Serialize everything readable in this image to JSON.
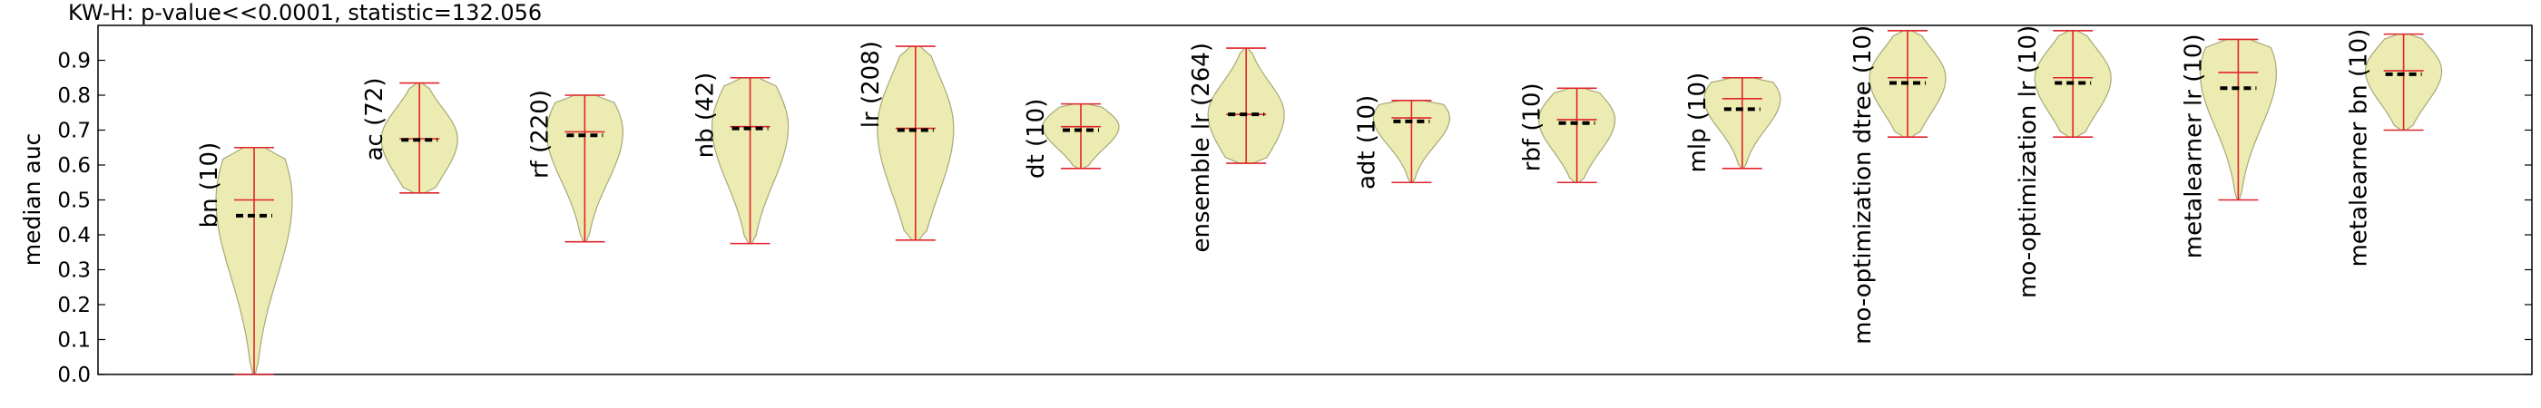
{
  "chart_data": {
    "type": "violin",
    "title": "KW-H: p-value<<0.0001, statistic=132.056",
    "ylabel": "median auc",
    "ylim": [
      0.0,
      1.0
    ],
    "yticks": [
      "0.0",
      "0.1",
      "0.2",
      "0.3",
      "0.4",
      "0.5",
      "0.6",
      "0.7",
      "0.8",
      "0.9"
    ],
    "grid": false,
    "colors": {
      "body": "#ecebb2",
      "body_edge": "#a8a878",
      "line": "#e0242a",
      "median": "#000000"
    },
    "groups": [
      {
        "label": "bn (10)",
        "min": 0.0,
        "max": 0.65,
        "mean": 0.5,
        "median": 0.455
      },
      {
        "label": "ac (72)",
        "min": 0.52,
        "max": 0.835,
        "mean": 0.675,
        "median": 0.672
      },
      {
        "label": "rf (220)",
        "min": 0.38,
        "max": 0.8,
        "mean": 0.695,
        "median": 0.685
      },
      {
        "label": "nb (42)",
        "min": 0.375,
        "max": 0.85,
        "mean": 0.71,
        "median": 0.705
      },
      {
        "label": "lr (208)",
        "min": 0.385,
        "max": 0.94,
        "mean": 0.705,
        "median": 0.7
      },
      {
        "label": "dt (10)",
        "min": 0.59,
        "max": 0.775,
        "mean": 0.71,
        "median": 0.7
      },
      {
        "label": "ensemble lr (264)",
        "min": 0.605,
        "max": 0.935,
        "mean": 0.745,
        "median": 0.745
      },
      {
        "label": "adt (10)",
        "min": 0.55,
        "max": 0.785,
        "mean": 0.735,
        "median": 0.725
      },
      {
        "label": "rbf (10)",
        "min": 0.55,
        "max": 0.82,
        "mean": 0.73,
        "median": 0.72
      },
      {
        "label": "mlp (10)",
        "min": 0.59,
        "max": 0.85,
        "mean": 0.79,
        "median": 0.76
      },
      {
        "label": "mo-optimization dtree (10)",
        "min": 0.68,
        "max": 0.985,
        "mean": 0.85,
        "median": 0.835
      },
      {
        "label": "mo-optimization lr (10)",
        "min": 0.68,
        "max": 0.985,
        "mean": 0.85,
        "median": 0.835
      },
      {
        "label": "metalearner lr (10)",
        "min": 0.5,
        "max": 0.96,
        "mean": 0.865,
        "median": 0.82
      },
      {
        "label": "metalearner bn (10)",
        "min": 0.7,
        "max": 0.975,
        "mean": 0.87,
        "median": 0.86
      }
    ]
  }
}
